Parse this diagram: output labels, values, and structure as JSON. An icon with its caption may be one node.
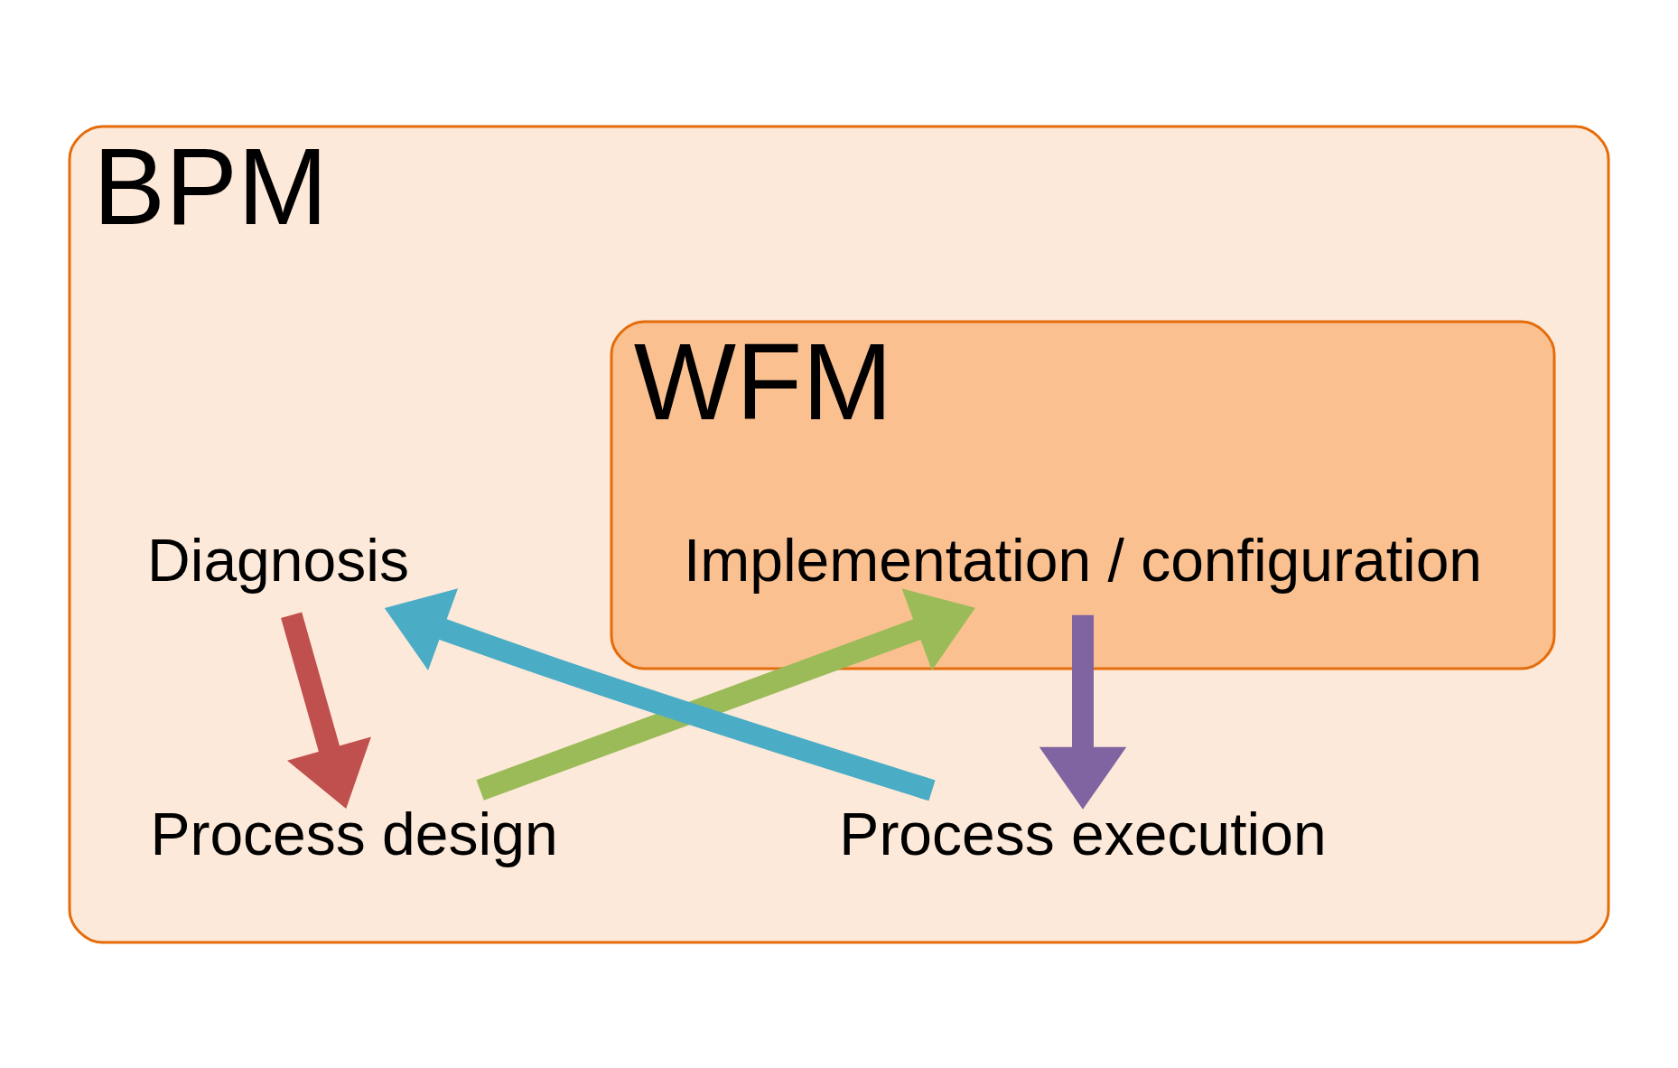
{
  "diagram": {
    "nodes": [
      {
        "text": [
          "BPM"
        ]
      },
      {
        "text": [
          "WFM"
        ],
        "in": 0
      },
      {
        "text": [
          "Diagnosis"
        ],
        "in": 0
      },
      {
        "text": [
          "Process design"
        ],
        "in": 0
      },
      {
        "text": [
          "Implementation / configuration"
        ],
        "in": 1
      },
      {
        "text": [
          "Process execution"
        ],
        "in": 0
      }
    ],
    "edges": [
      {
        "from": 2,
        "to": 3,
        "arrow": "to",
        "color": "#c0504d"
      },
      {
        "from": 3,
        "to": 4,
        "arrow": "to",
        "color": "#9bbb59"
      },
      {
        "from": 4,
        "to": 5,
        "arrow": "to",
        "color": "#8064a2"
      },
      {
        "from": 5,
        "to": 2,
        "arrow": "to",
        "color": "#4bacc6"
      }
    ]
  }
}
